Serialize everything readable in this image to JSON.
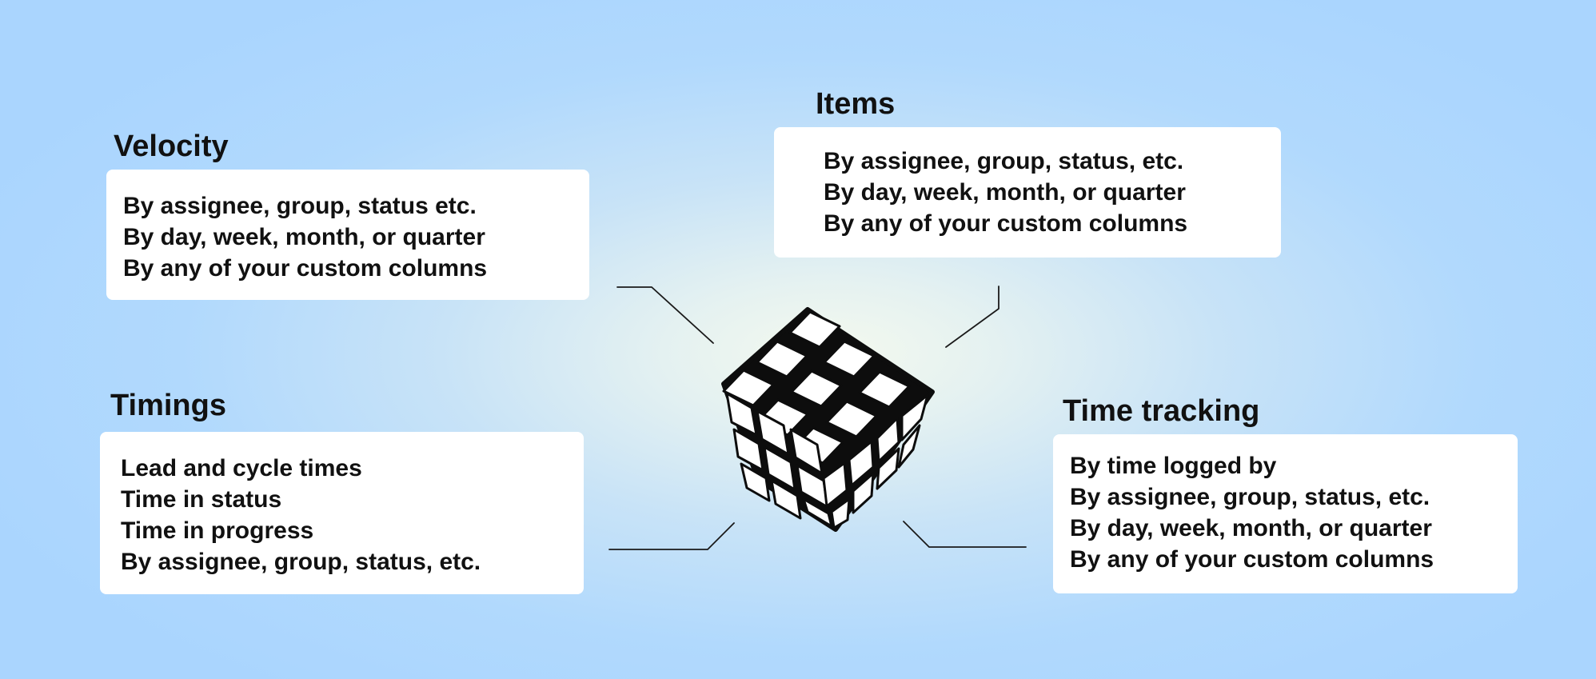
{
  "sections": {
    "velocity": {
      "title": "Velocity",
      "items": [
        "By assignee, group, status etc.",
        "By day, week, month, or quarter",
        "By any of your custom columns"
      ]
    },
    "items": {
      "title": "Items",
      "items": [
        "By assignee, group, status, etc.",
        "By day, week, month, or quarter",
        "By any of your custom columns"
      ]
    },
    "timings": {
      "title": "Timings",
      "items": [
        "Lead and cycle times",
        "Time in status",
        "Time in progress",
        "By assignee, group, status, etc."
      ]
    },
    "time_tracking": {
      "title": "Time tracking",
      "items": [
        "By time logged by",
        "By assignee, group, status, etc.",
        "By day, week, month, or quarter",
        "By any of your custom columns"
      ]
    }
  },
  "center_icon": "rubiks-cube-icon",
  "colors": {
    "background_edge": "#aad5fe",
    "background_center": "#f4f9ee",
    "card": "#ffffff",
    "text": "#111111",
    "connector": "#1a1a1a"
  }
}
